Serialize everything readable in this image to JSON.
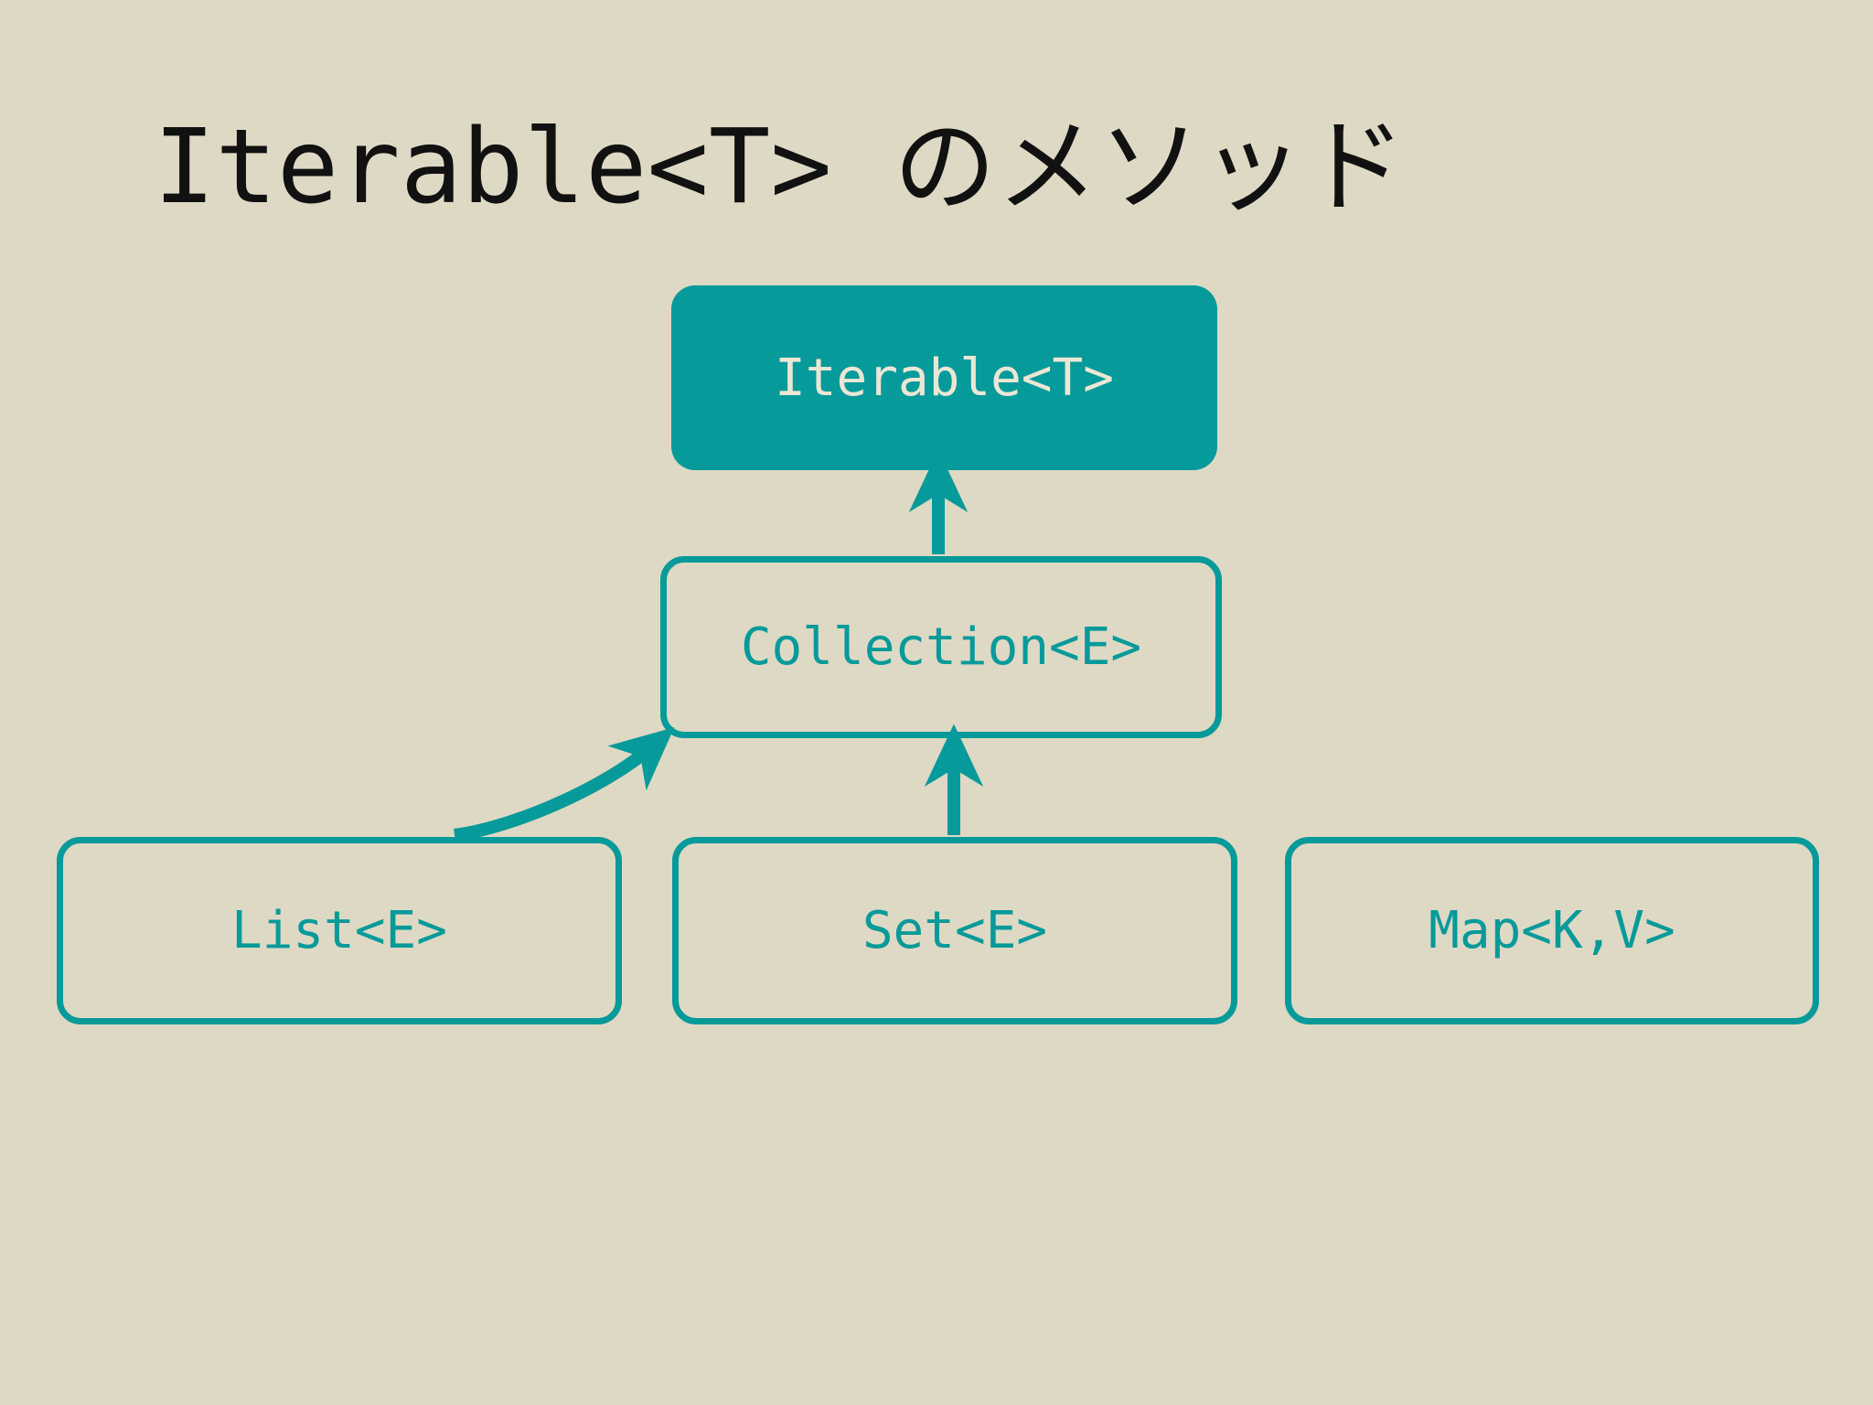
{
  "slide": {
    "title": "Iterable<T> のメソッド",
    "background_color": "#ded9c4",
    "accent_color": "#079a9a",
    "title_color": "#111111",
    "filled_text_color": "#ece7d5"
  },
  "diagram": {
    "type": "class-hierarchy",
    "nodes": [
      {
        "id": "iterable",
        "label": "Iterable<T>",
        "style": "filled",
        "row": 0
      },
      {
        "id": "collection",
        "label": "Collection<E>",
        "style": "outlined",
        "row": 1
      },
      {
        "id": "list",
        "label": "List<E>",
        "style": "outlined",
        "row": 2
      },
      {
        "id": "set",
        "label": "Set<E>",
        "style": "outlined",
        "row": 2
      },
      {
        "id": "map",
        "label": "Map<K,V>",
        "style": "outlined",
        "row": 2
      }
    ],
    "edges": [
      {
        "from": "collection",
        "to": "iterable",
        "kind": "straight-up"
      },
      {
        "from": "set",
        "to": "collection",
        "kind": "straight-up"
      },
      {
        "from": "list",
        "to": "collection",
        "kind": "curved-up-right"
      }
    ]
  }
}
